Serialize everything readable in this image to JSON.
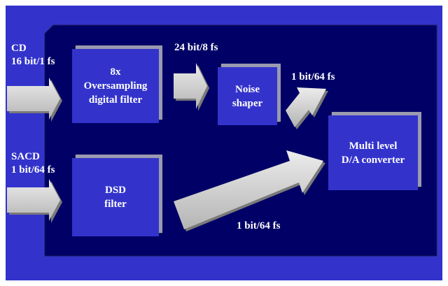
{
  "colors": {
    "outer_background": "#3333cc",
    "inner_panel": "#000066",
    "block_fill": "#3333cc",
    "arrow_fill": "#c8c8c8",
    "text": "#ffffff"
  },
  "inputs": {
    "cd": {
      "line1": "CD",
      "line2": "16 bit/1 fs"
    },
    "sacd": {
      "line1": "SACD",
      "line2": "1 bit/64 fs"
    }
  },
  "blocks": {
    "oversampling": {
      "line1": "8x",
      "line2": "Oversampling",
      "line3": "digital  filter"
    },
    "noise_shaper": {
      "line1": "Noise",
      "line2": "shaper"
    },
    "dsd_filter": {
      "line1": "DSD",
      "line2": "filter"
    },
    "da_converter": {
      "line1": "Multi level",
      "line2": "D/A converter"
    }
  },
  "arrow_labels": {
    "after_oversampling": "24 bit/8 fs",
    "after_noise_shaper": "1 bit/64 fs",
    "after_dsd": "1 bit/64 fs"
  }
}
